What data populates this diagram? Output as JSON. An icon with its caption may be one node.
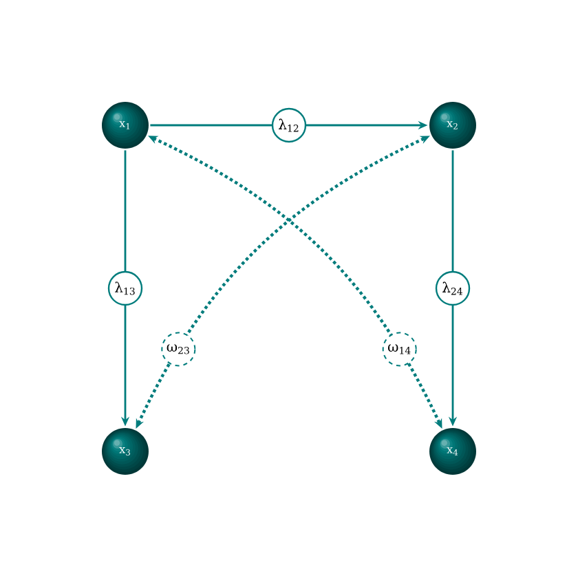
{
  "diagram": {
    "nodes": [
      {
        "text": [
          "x$_{1}$"
        ]
      },
      {
        "text": [
          "x$_{2}$"
        ]
      },
      {
        "text": [
          "x$_{3}$"
        ]
      },
      {
        "text": [
          "x$_{4}$"
        ]
      }
    ],
    "edges": [
      {
        "from": 0,
        "to": 1,
        "arrow": "to",
        "label": "λ$_{12}$"
      },
      {
        "from": 0,
        "to": 2,
        "arrow": "to",
        "label": "λ$_{13}$"
      },
      {
        "from": 1,
        "to": 3,
        "arrow": "to",
        "label": "λ$_{24}$"
      },
      {
        "from": 2,
        "to": 1,
        "arrow": "both",
        "label": "ω$_{23}$",
        "style": "dashed"
      },
      {
        "from": 0,
        "to": 3,
        "arrow": "both",
        "label": "ω$_{14}$",
        "style": "dashed"
      }
    ]
  }
}
